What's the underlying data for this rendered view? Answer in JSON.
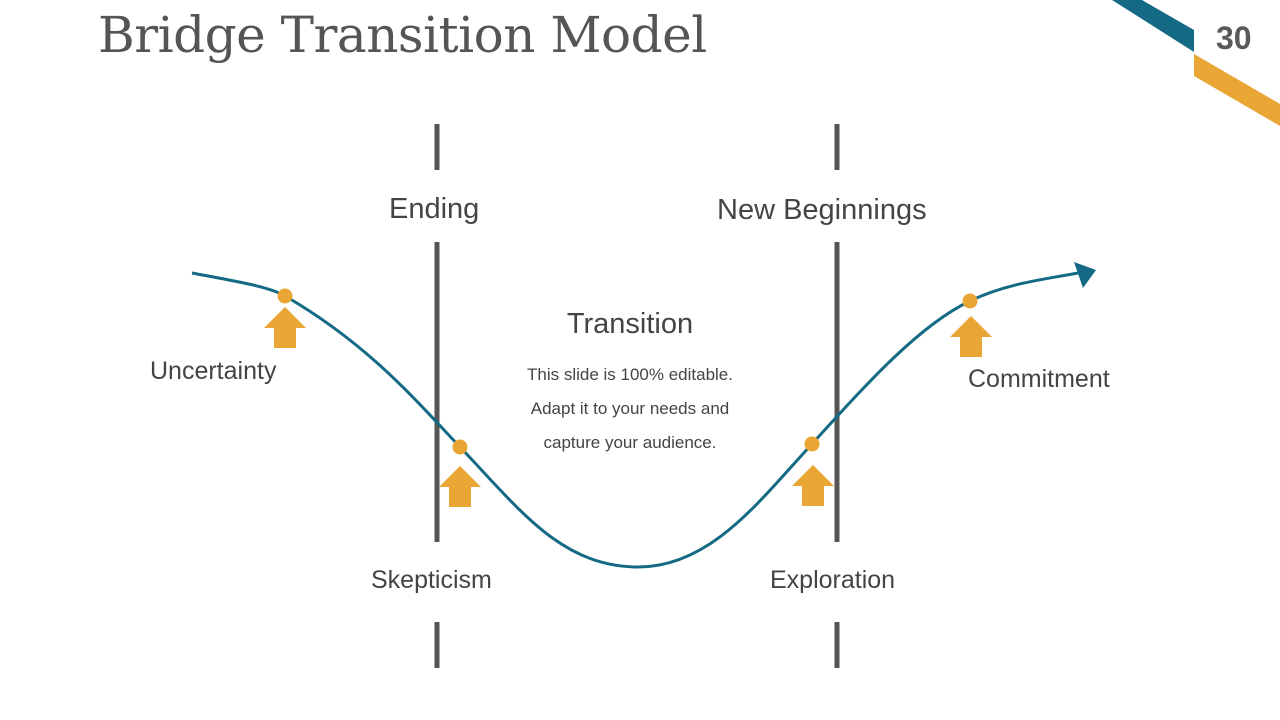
{
  "slide": {
    "title": "Bridge Transition Model",
    "page_number": "30"
  },
  "stages": {
    "ending": "Ending",
    "new_beginnings": "New Beginnings"
  },
  "center": {
    "title": "Transition",
    "body_lines": [
      "This slide is 100% editable.",
      "Adapt it to your needs and",
      "capture your audience."
    ]
  },
  "points": {
    "uncertainty": "Uncertainty",
    "skepticism": "Skepticism",
    "exploration": "Exploration",
    "commitment": "Commitment"
  },
  "colors": {
    "curve": "#146a85",
    "marker": "#e9a634",
    "divider": "#555555",
    "corner_teal": "#146a85",
    "corner_gold": "#e9a634"
  }
}
